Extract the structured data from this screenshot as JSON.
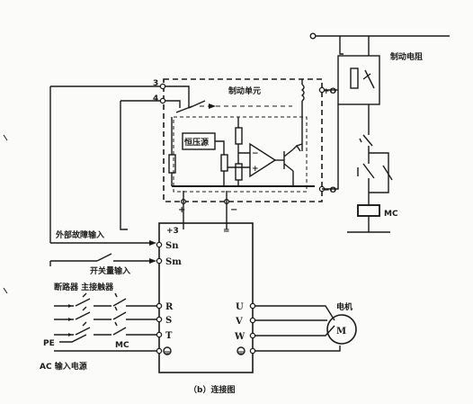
{
  "labels": {
    "brake_resistor": "制动电阻",
    "brake_unit": "制动单元",
    "const_voltage": "恒压源",
    "ext_fault_input": "外部故障输入",
    "switch_input": "开关量输入",
    "breaker_contactor": "断路器 主接触器",
    "pe": "PE",
    "mc_bottom": "MC",
    "mc_coil": "MC",
    "ac_input": "AC 输入电源",
    "motor": "电机",
    "motor_symbol": "M",
    "caption": "（b）连接图"
  },
  "terminals": {
    "brake_3": "3",
    "brake_4": "4",
    "brake_plus": "+O",
    "brake_minus": "−O",
    "plus": "+",
    "minus": "−",
    "inv_plus3": "+3",
    "inv_minus": "=",
    "sn": "Sn",
    "sm": "Sm",
    "r": "R",
    "s": "S",
    "t": "T",
    "u": "U",
    "v": "V",
    "w": "W"
  }
}
